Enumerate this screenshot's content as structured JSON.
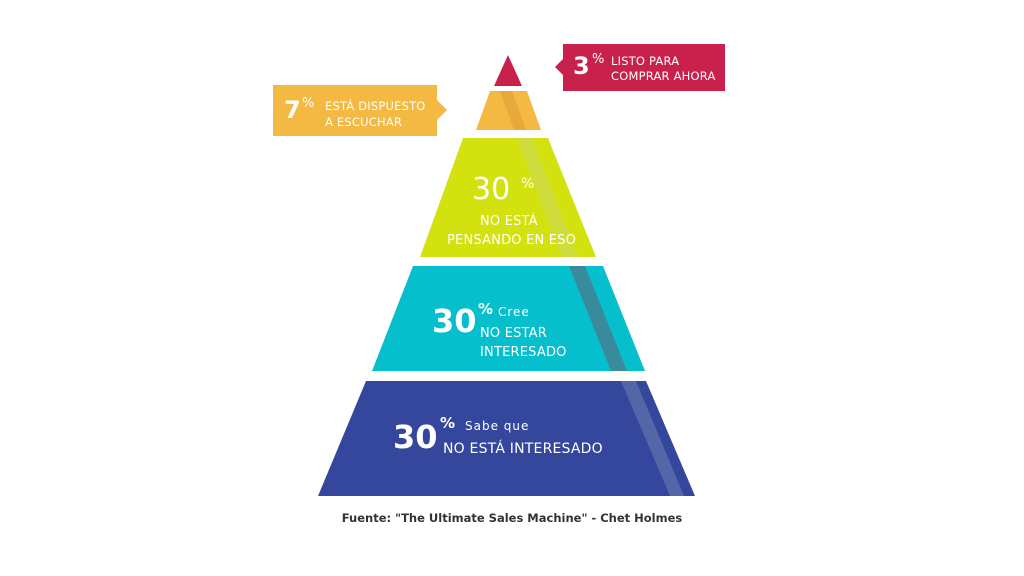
{
  "colors": {
    "tier1_red": "#C8214B",
    "tier2_orange": "#F4B942",
    "tier2_stripe": "#E8A83A",
    "tier3_lime": "#D3E20F",
    "tier3_stripe": "#CEDC3C",
    "tier4_teal": "#05C0CC",
    "tier4_stripe": "#3A8A9E",
    "tier5_blue": "#35479C",
    "tier5_stripe": "#5465A8",
    "label_red": "#C8214B",
    "label_orange": "#F4B942",
    "source_text": "#333333"
  },
  "tiers": [
    {
      "id": "tier1",
      "percent_value": "3",
      "percent_sign": "%",
      "line1": "LISTO PARA",
      "line2": "COMPRAR AHORA"
    },
    {
      "id": "tier2",
      "percent_value": "7",
      "percent_sign": "%",
      "line1": "ESTÁ  DISPUESTO",
      "line2": "A ESCUCHAR"
    },
    {
      "id": "tier3",
      "percent_value": "30",
      "percent_sign": "%",
      "line1": "NO ESTÁ",
      "line2": "PENSANDO EN ESO"
    },
    {
      "id": "tier4",
      "percent_value": "30",
      "percent_sign": "%",
      "qualifier": "Cree",
      "line1": "NO ESTAR",
      "line2": "INTERESADO"
    },
    {
      "id": "tier5",
      "percent_value": "30",
      "percent_sign": "%",
      "qualifier": "Sabe que",
      "line1": "NO ESTÁ INTERESADO"
    }
  ],
  "source": "Fuente: \"The Ultimate Sales Machine\" - Chet Holmes"
}
